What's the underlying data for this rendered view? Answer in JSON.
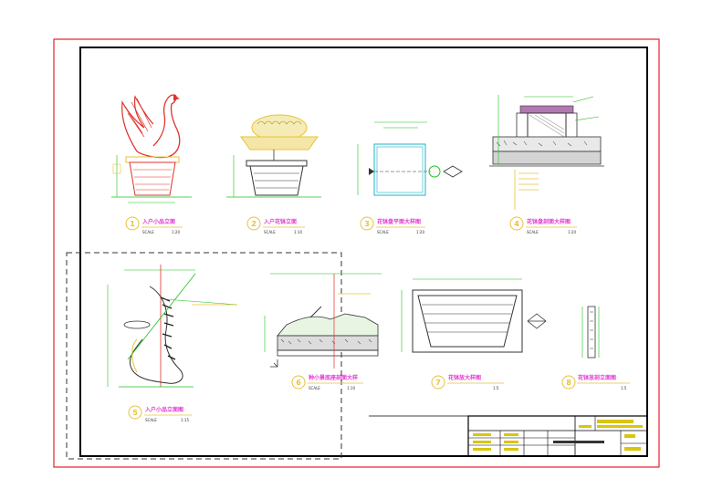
{
  "drawing": {
    "colors": {
      "outer_border": "#e2222c",
      "frame": "#000000",
      "dim": "#1fbf1f",
      "accent_red": "#e0312a",
      "accent_yellow": "#e8c23a",
      "cyan": "#19b4c8",
      "magenta": "#e23bd3",
      "title_yellow": "#d9c60c"
    },
    "details": [
      {
        "number": "1",
        "title": "入户小品立面",
        "scale_label": "SCALE",
        "scale": "1:20"
      },
      {
        "number": "2",
        "title": "入户花钵立面",
        "scale_label": "SCALE",
        "scale": "1:10"
      },
      {
        "number": "3",
        "title": "花钵盘平面大样图",
        "scale_label": "SCALE",
        "scale": "1:20"
      },
      {
        "number": "4",
        "title": "花钵盘剖面大样图",
        "scale_label": "SCALE",
        "scale": "1:20"
      },
      {
        "number": "5",
        "title": "入户小品立面图",
        "scale_label": "SCALE",
        "scale": "1:15"
      },
      {
        "number": "6",
        "title": "种小景底座剖面大样",
        "scale_label": "SCALE",
        "scale": "1:10"
      },
      {
        "number": "7",
        "title": "花钵放大样图",
        "scale_label": "",
        "scale": "1:5"
      },
      {
        "number": "8",
        "title": "花钵放剖立面图",
        "scale_label": "",
        "scale": "1:5"
      }
    ]
  }
}
